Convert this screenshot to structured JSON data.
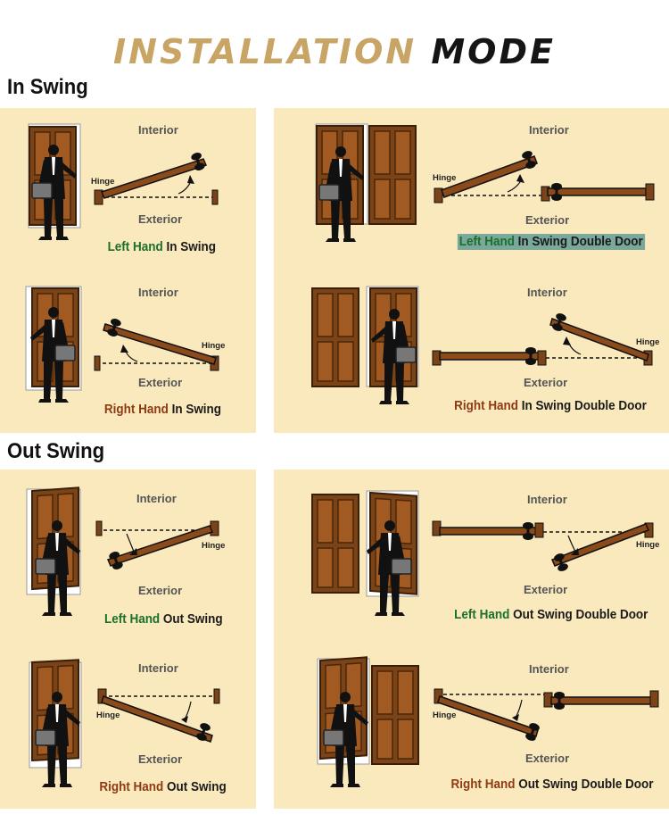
{
  "title": {
    "part1": "INSTALLATION",
    "part2": "MODE"
  },
  "sections": {
    "in_swing": "In Swing",
    "out_swing": "Out Swing"
  },
  "labels": {
    "interior": "Interior",
    "exterior": "Exterior",
    "hinge": "Hinge"
  },
  "captions": {
    "lh_in": {
      "side": "Left Hand",
      "rest": " In Swing"
    },
    "lh_in_dd": {
      "side": "Left Hand",
      "rest": " In Swing Double Door"
    },
    "rh_in": {
      "side": "Right Hand",
      "rest": " In Swing"
    },
    "rh_in_dd": {
      "side": "Right Hand",
      "rest": " In Swing Double Door"
    },
    "lh_out": {
      "side": "Left Hand",
      "rest": " Out Swing"
    },
    "lh_out_dd": {
      "side": "Left Hand",
      "rest": " Out Swing Double Door"
    },
    "rh_out": {
      "side": "Right Hand",
      "rest": " Out Swing"
    },
    "rh_out_dd": {
      "side": "Right Hand",
      "rest": " Out Swing Double Door"
    }
  },
  "colors": {
    "panel": "#f9e9bd",
    "gold": "#c8a465",
    "left_hand": "#1b6f2e",
    "right_hand": "#8e3a14",
    "door": "#7a4418"
  }
}
